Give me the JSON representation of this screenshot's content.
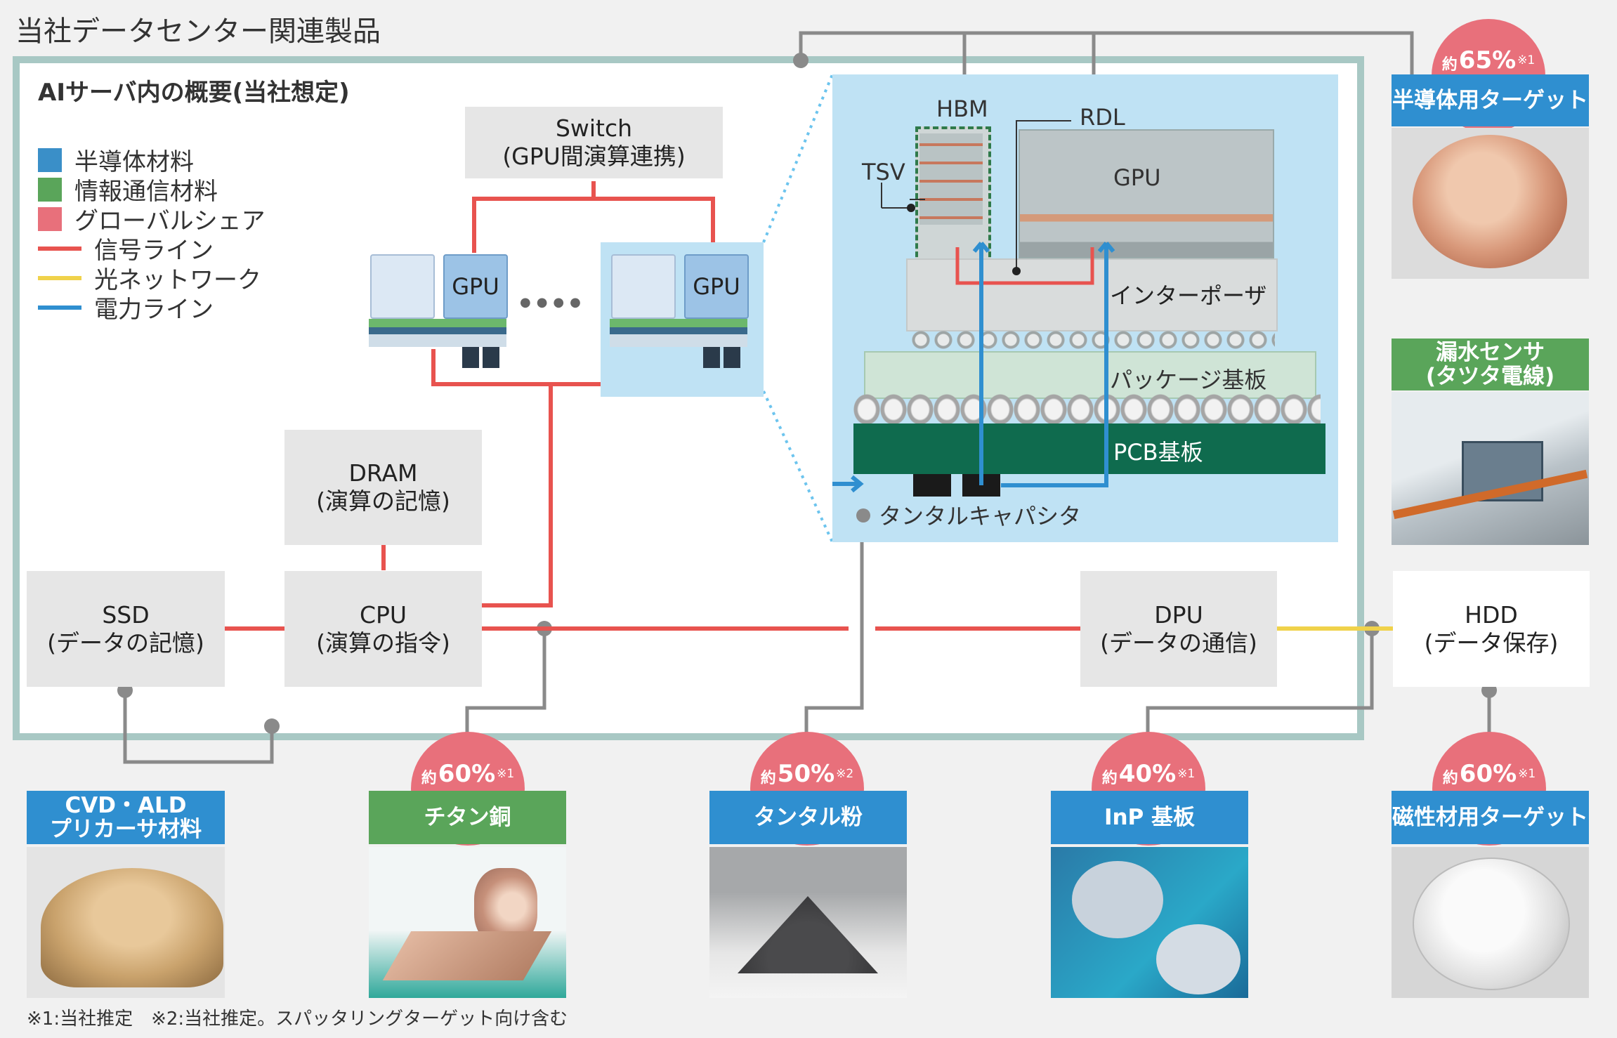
{
  "title": "当社データセンター関連製品",
  "server_label": "AIサーバ内の概要(当社想定)",
  "legend": [
    {
      "label": "半導体材料",
      "color": "#3a8fc8",
      "kind": "swatch"
    },
    {
      "label": "情報通信材料",
      "color": "#5aa55a",
      "kind": "swatch"
    },
    {
      "label": "グローバルシェア",
      "color": "#e8707b",
      "kind": "swatch"
    },
    {
      "label": "信号ライン",
      "color": "#e8534f",
      "kind": "line"
    },
    {
      "label": "光ネットワーク",
      "color": "#f0d24a",
      "kind": "line"
    },
    {
      "label": "電力ライン",
      "color": "#2f8fd0",
      "kind": "line"
    }
  ],
  "nodes": {
    "switch": {
      "line1": "Switch",
      "line2": "(GPU間演算連携)"
    },
    "gpu": "GPU",
    "dram": {
      "line1": "DRAM",
      "line2": "(演算の記憶)"
    },
    "ssd": {
      "line1": "SSD",
      "line2": "(データの記憶)"
    },
    "cpu": {
      "line1": "CPU",
      "line2": "(演算の指令)"
    },
    "dpu": {
      "line1": "DPU",
      "line2": "(データの通信)"
    },
    "hdd": {
      "line1": "HDD",
      "line2": "(データ保存)"
    }
  },
  "package": {
    "hbm": "HBM",
    "rdl": "RDL",
    "tsv": "TSV",
    "gpu": "GPU",
    "interposer": "インターポーザ",
    "package_substrate": "パッケージ基板",
    "pcb": "PCB基板",
    "capacitor": "タンタルキャパシタ"
  },
  "products": [
    {
      "name": "半導体用ターゲット",
      "category": "半導体材料",
      "share_prefix": "約",
      "share": "65%",
      "note": "※1"
    },
    {
      "name": "漏水センサ\n(タツタ電線)",
      "category": "情報通信材料"
    },
    {
      "name": "CVD・ALD\nプリカーサ材料",
      "category": "半導体材料"
    },
    {
      "name": "チタン銅",
      "category": "情報通信材料",
      "share_prefix": "約",
      "share": "60%",
      "note": "※1"
    },
    {
      "name": "タンタル粉",
      "category": "半導体材料",
      "share_prefix": "約",
      "share": "50%",
      "note": "※2"
    },
    {
      "name": "InP 基板",
      "category": "半導体材料",
      "share_prefix": "約",
      "share": "40%",
      "note": "※1"
    },
    {
      "name": "磁性材用ターゲット",
      "category": "半導体材料",
      "share_prefix": "約",
      "share": "60%",
      "note": "※1"
    }
  ],
  "footnote": "※1:当社推定　※2:当社推定。スパッタリングターゲット向け含む",
  "dots": "●●●●",
  "colors": {
    "signal": "#e8534f",
    "optical": "#f0d24a",
    "power": "#2f8fd0",
    "connector": "#8a8a8a",
    "blue_tag": "#2f8fd0",
    "green_tag": "#5aa55a",
    "share": "#e8707b",
    "frame": "#a8c8c4"
  }
}
